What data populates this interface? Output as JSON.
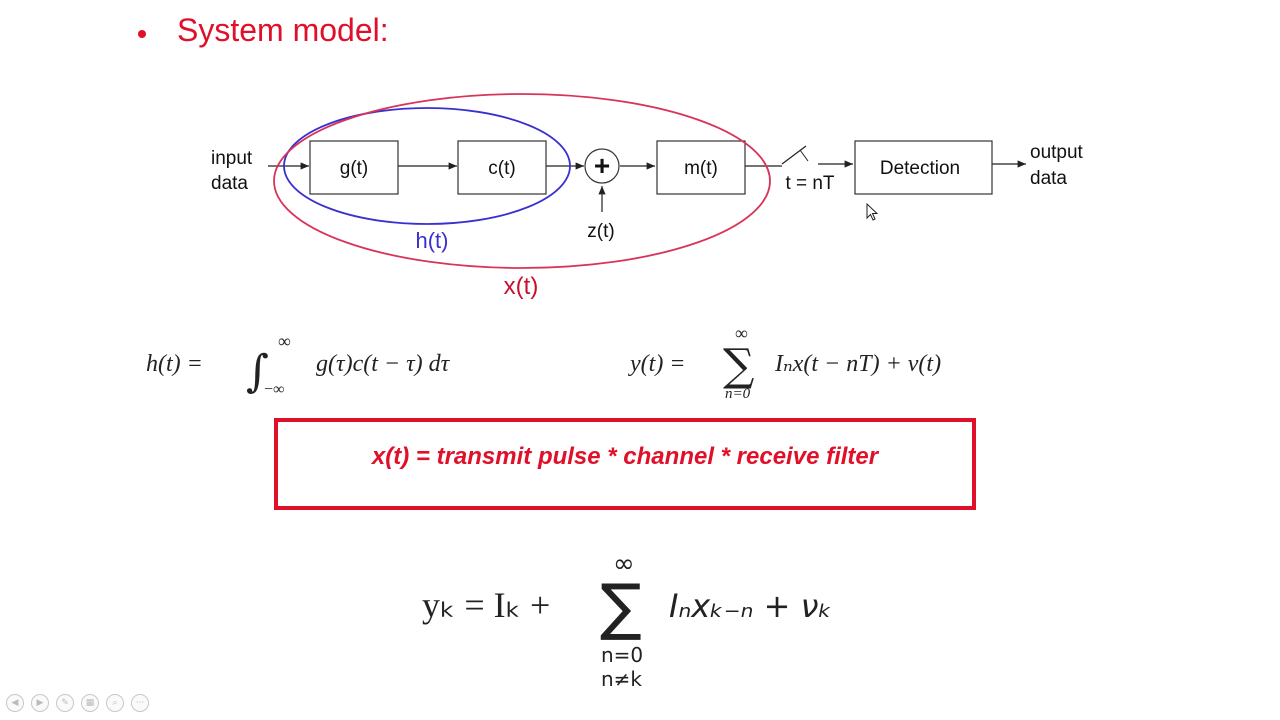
{
  "slide": {
    "title": "System model:",
    "bullet_color": "#e0102a"
  },
  "diagram": {
    "input_label_line1": "input",
    "input_label_line2": "data",
    "output_label_line1": "output",
    "output_label_line2": "data",
    "block_g": "g(t)",
    "block_c": "c(t)",
    "block_m": "m(t)",
    "block_detection": "Detection",
    "adder_symbol": "+",
    "noise_label": "z(t)",
    "sampler_label": "t = nT",
    "h_label": "h(t)",
    "x_label": "x(t)",
    "h_color": "#3a2fd0",
    "x_color": "#d8345a"
  },
  "equations": {
    "h_eq_lhs": "h(t) = ",
    "h_eq_upper": "∞",
    "h_eq_lower": "−∞",
    "h_eq_body": "g(τ)c(t − τ) dτ",
    "y_eq_lhs": "y(t) = ",
    "y_eq_upper": "∞",
    "y_eq_lower": "n=0",
    "y_eq_body": "Iₙx(t − nT) + ν(t)",
    "yk_lhs": "yₖ = Iₖ + ",
    "yk_upper": "∞",
    "yk_lower1": "n=0",
    "yk_lower2": "n≠k",
    "yk_body": "Iₙxₖ₋ₙ + νₖ"
  },
  "highlight_box": {
    "text": "x(t) = transmit pulse * channel * receive filter",
    "color": "#e0102a"
  },
  "toolbar": {
    "buttons": [
      "previous-icon",
      "next-icon",
      "pen-icon",
      "slides-icon",
      "zoom-icon",
      "more-icon"
    ],
    "glyphs": [
      "◀",
      "▶",
      "✎",
      "▦",
      "⌕",
      "···"
    ]
  }
}
